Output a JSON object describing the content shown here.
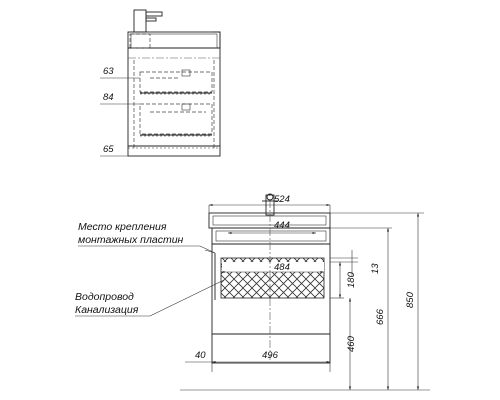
{
  "labels": {
    "mount_line1": "Место крепления",
    "mount_line2": "монтажных пластин",
    "water_line1": "Водопровод",
    "water_line2": "Канализация"
  },
  "top_view_dims": [
    "63",
    "84",
    "65"
  ],
  "front_view_dims": {
    "width_top": "524",
    "inner_top": "444",
    "inner_mid": "484",
    "offset_right": "13",
    "zone_height": "180",
    "left_offset": "40",
    "bottom_width": "496",
    "height_460": "460",
    "height_666": "666",
    "height_850": "850"
  }
}
